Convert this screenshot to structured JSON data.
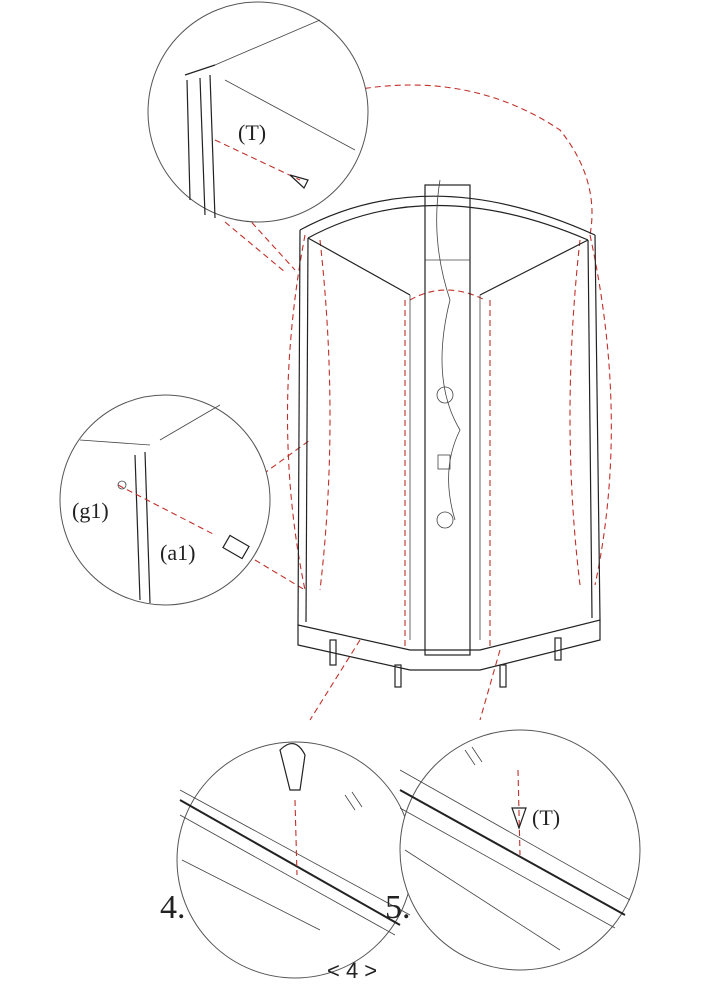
{
  "callouts": {
    "top_part": "(T)",
    "left_part_g": "(g1)",
    "left_part_a": "(a1)",
    "step5_part": "(T)"
  },
  "steps": [
    "4.",
    "5."
  ],
  "page_number": "< 4 >",
  "colors": {
    "guide": "#c0302a",
    "line": "#222222"
  }
}
